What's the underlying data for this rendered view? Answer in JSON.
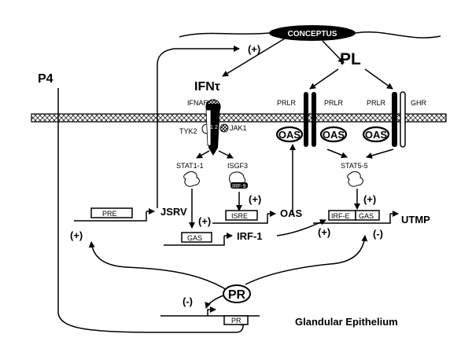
{
  "labels": {
    "conceptus": "CONCEPTUS",
    "p4": "P4",
    "ifn": "IFNτ",
    "pl": "PL",
    "plus_top": "(+)",
    "ifnar": "IFNAR",
    "tyk2": "TYK2",
    "jak1": "JAK1",
    "receptor_1": "1",
    "receptor_2": "2",
    "prlr_1": "PRLR",
    "prlr_2": "PRLR",
    "prlr_3": "PRLR",
    "ghr": "GHR",
    "oas_1": "OAS",
    "oas_2": "OAS",
    "oas_3": "OAS",
    "stat1": "STAT1-1",
    "isgf3": "ISGF3",
    "irf9": "IRF-9",
    "stat5": "STAT5-5",
    "pre": "PRE",
    "jsrv": "JSRV",
    "isre": "ISRE",
    "oas_out": "OAS",
    "plus_isre": "(+)",
    "gas_left": "GAS",
    "irf1": "IRF-1",
    "plus_gas_left": "(+)",
    "irfe": "IRF-E",
    "gas_right": "GAS",
    "utmp": "UTMP",
    "plus_gas_right": "(+)",
    "plus_irfe": "(+)",
    "minus_gas": "(-)",
    "plus_pre": "(+)",
    "pr_protein": "PR",
    "pr_gene": "PR",
    "minus_pr": "(-)",
    "tissue": "Glandular Epithelium"
  }
}
